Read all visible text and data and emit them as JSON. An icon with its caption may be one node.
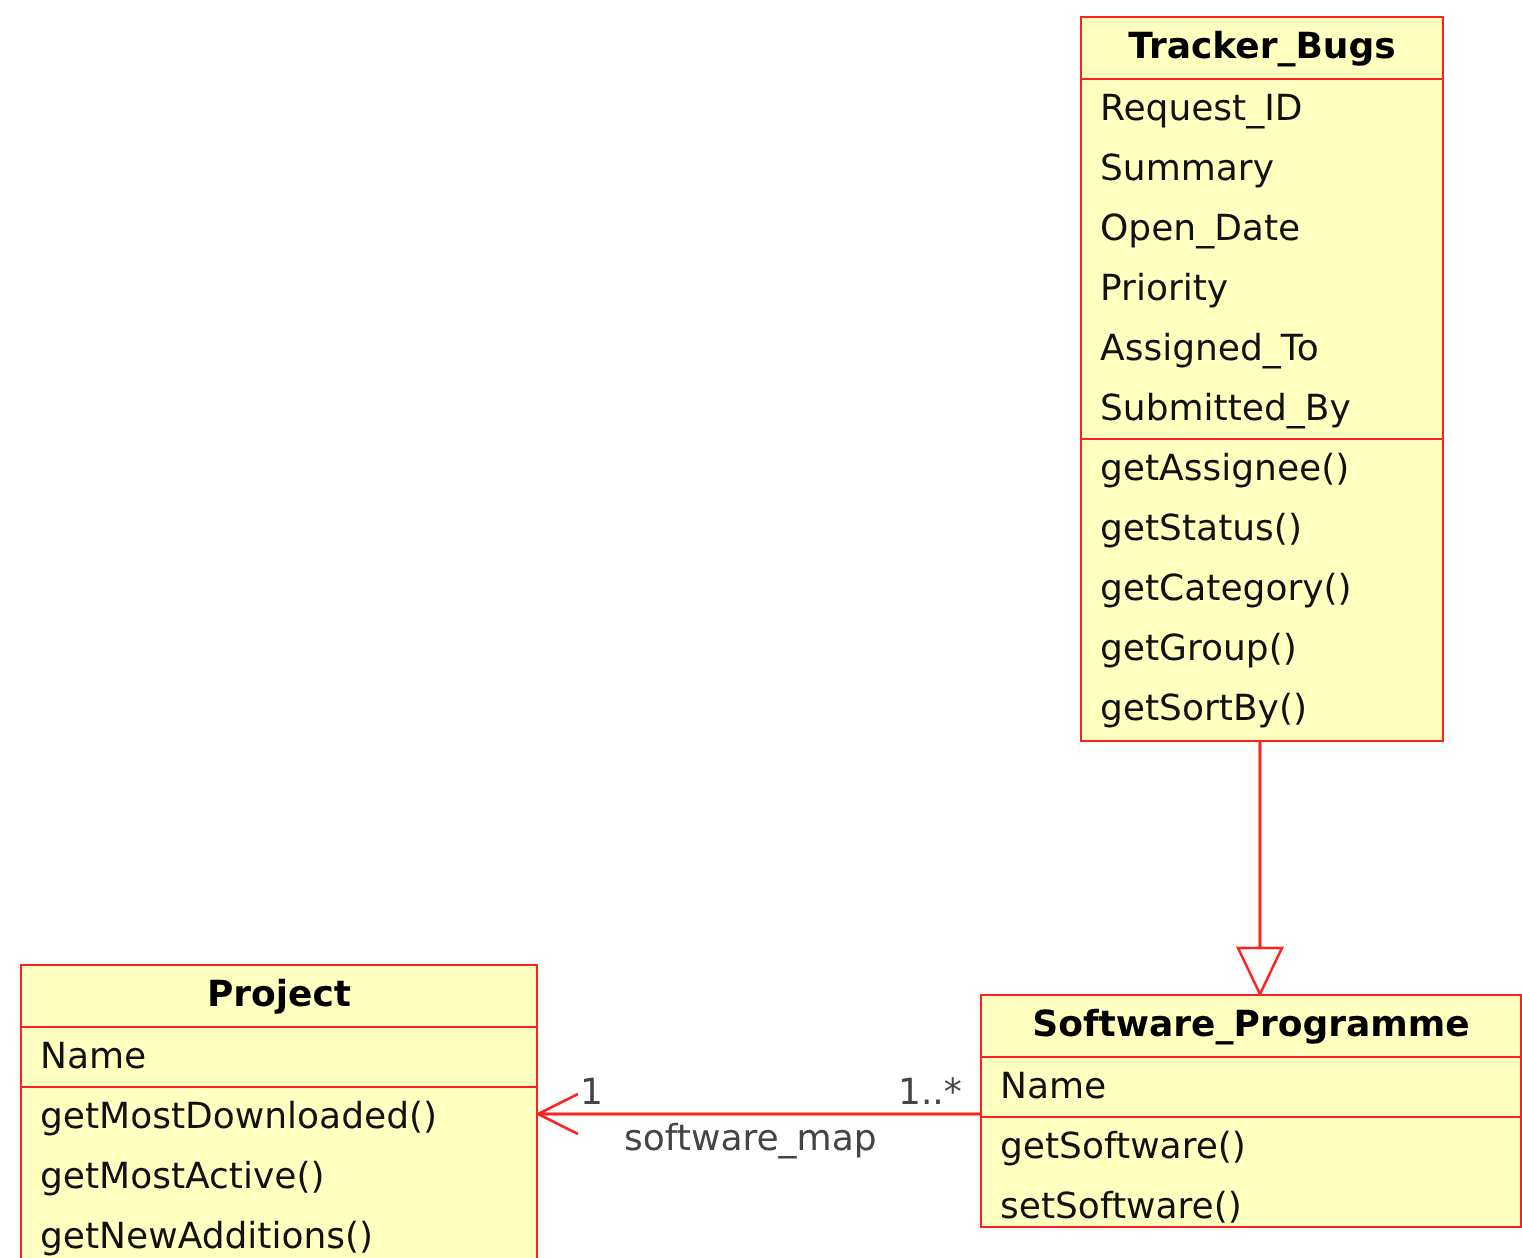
{
  "diagram": {
    "nodes": [
      {
        "text": [
          "Tracker_Bugs"
        ]
      },
      {
        "text": [
          "Request_ID",
          "Summary",
          "Open_Date",
          "Priority",
          "Assigned_To",
          "Submitted_By"
        ],
        "in": 0
      },
      {
        "text": [
          "getAssignee()",
          "getStatus()",
          "getCategory()",
          "getGroup()",
          "getSortBy()"
        ],
        "in": 0
      },
      {
        "text": [
          "Project"
        ]
      },
      {
        "text": [
          "Name"
        ],
        "in": 3
      },
      {
        "text": [
          "getMostDownloaded()",
          "getMostActive()",
          "getNewAdditions()"
        ],
        "in": 3
      },
      {
        "text": [
          "Software_Programme"
        ]
      },
      {
        "text": [
          "Name"
        ],
        "in": 6
      },
      {
        "text": [
          "getSoftware()",
          "setSoftware()"
        ],
        "in": 6
      }
    ],
    "edges": [
      {
        "from": 0,
        "to": 6,
        "arrow": "to"
      },
      {
        "from": 6,
        "to": 3,
        "arrow": "to",
        "label": "software_map"
      }
    ],
    "labels": [
      "1",
      "1..*"
    ]
  }
}
